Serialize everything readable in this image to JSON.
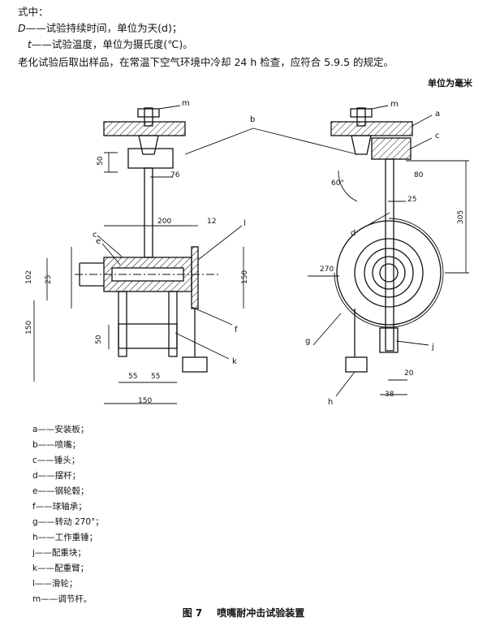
{
  "header": {
    "line1": "式中：",
    "line2_var": "D",
    "line2_text": "——试验持续时间，单位为天(d)；",
    "line3_var": "t",
    "line3_text": "——试验温度，单位为摄氏度(℃)。",
    "line4": "老化试验后取出样品，在常温下空气环境中冷却 24 h 检查，应符合 5.9.5 的规定。",
    "unit": "单位为毫米"
  },
  "figure": {
    "labels": {
      "m1": "m",
      "b": "b",
      "m2": "m",
      "a": "a",
      "c1": "c",
      "c2": "c",
      "l": "l",
      "d": "d",
      "e": "e",
      "f": "f",
      "k": "k",
      "g": "g",
      "h": "h",
      "j": "j"
    },
    "dims": {
      "d50a": "50",
      "d76": "76",
      "d200": "200",
      "d12": "12",
      "d102": "102",
      "d25a": "25",
      "d150v": "150",
      "d150a": "150",
      "d50b": "50",
      "d55a": "55",
      "d55b": "55",
      "d150b": "150",
      "d60": "60°",
      "d80": "80",
      "d25b": "25",
      "d305": "305",
      "d270": "270",
      "d20": "20",
      "d38": "38"
    }
  },
  "legend": [
    "a——安装板；",
    "b——喷嘴；",
    "c——锤头；",
    "d——摆杆；",
    "e——钢轮毂；",
    "f——球轴承；",
    "g——转动 270°；",
    "h——工作重锤；",
    "j——配重块；",
    "k——配重臂；",
    "l——滑轮；",
    "m——调节杆。"
  ],
  "caption": {
    "number": "图 7",
    "title": "喷嘴耐冲击试验装置"
  }
}
